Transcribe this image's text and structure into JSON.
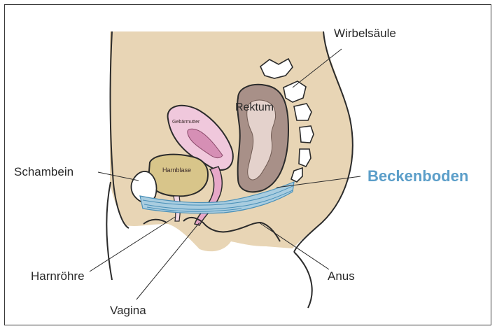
{
  "labels": {
    "wirbelsaeule": "Wirbelsäule",
    "rektum": "Rektum",
    "gebaermutter": "Gebärmutter",
    "schambein": "Schambein",
    "harnblase": "Harnblase",
    "beckenboden": "Beckenboden",
    "harnroehre": "Harnröhre",
    "anus": "Anus",
    "vagina": "Vagina"
  },
  "colors": {
    "skin": "#e8d5b5",
    "outline": "#2b2b2b",
    "pelvic_floor": "#a9cde0",
    "pelvic_floor_line": "#4a90b8",
    "beckenboden_text": "#5b9ec9",
    "bladder": "#d8c58a",
    "uterus": "#f0c8dc",
    "uterus_inner": "#d68fb5",
    "rectum": "#a89088",
    "rectum_inner": "#e4d2cc",
    "bone": "#ffffff"
  }
}
